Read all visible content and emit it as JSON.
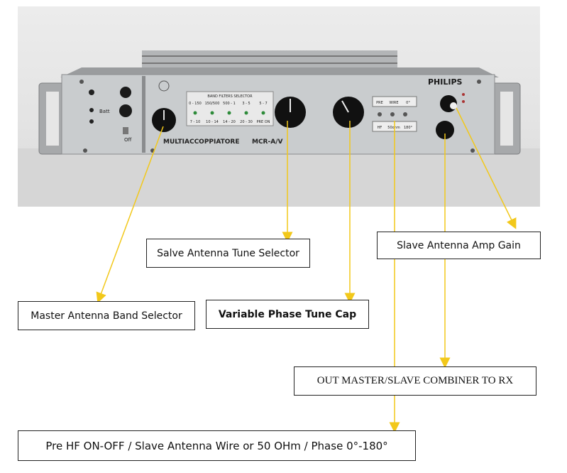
{
  "device": {
    "brand": "PHILIPS",
    "model_name": "MULTIACCOPPIATORE",
    "model_code": "MCR-A/V",
    "band_filter_title": "BAND FILTERS SELECTOR",
    "band_top": [
      "0 - 150",
      "150/500",
      "500 - 1",
      "3 - 5",
      "5 - 7"
    ],
    "band_bottom": [
      "7 - 10",
      "10 - 14",
      "14 - 20",
      "20 - 30",
      "PRE ON"
    ],
    "switch_top": [
      "PRE",
      "WIRE",
      "0°"
    ],
    "switch_bottom": [
      "HF",
      "50ohm",
      "180°"
    ],
    "left_labels": [
      "Batt",
      "Off"
    ]
  },
  "labels": {
    "master_band": "Master Antenna Band Selector",
    "salve_tune": "Salve Antenna Tune Selector",
    "phase_cap": "Variable Phase Tune Cap",
    "slave_gain": "Slave Antenna Amp Gain",
    "combiner_out": "OUT MASTER/SLAVE COMBINER TO RX",
    "pre_hf": "Pre HF ON-OFF / Slave Antenna Wire or 50 OHm / Phase 0°-180°"
  },
  "colors": {
    "arrow": "#f2c81a",
    "panel": "#c9ccce",
    "knob": "#111111"
  }
}
